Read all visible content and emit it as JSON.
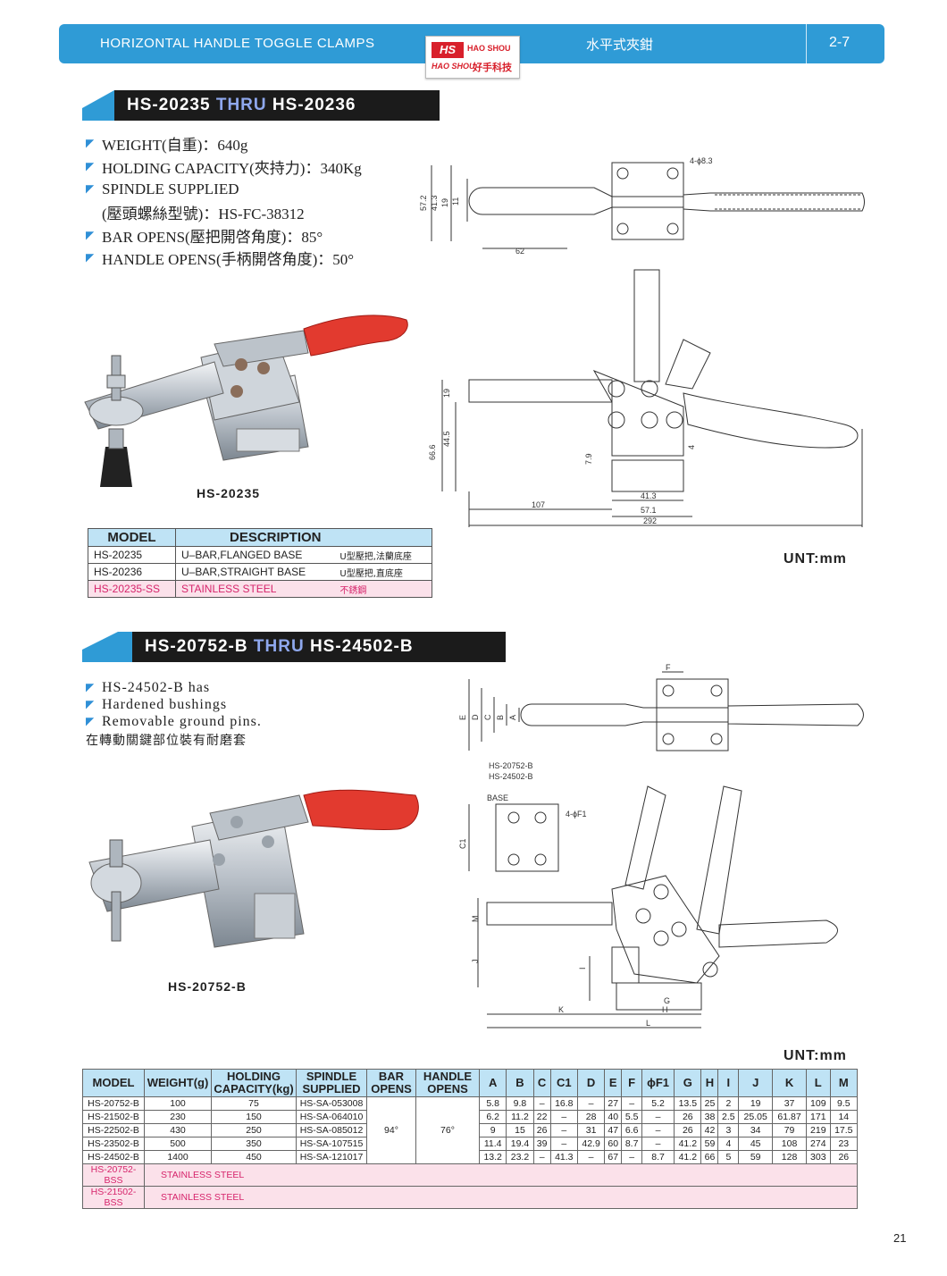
{
  "header": {
    "title_en": "HORIZONTAL HANDLE TOGGLE CLAMPS",
    "title_cn": "水平式夾鉗",
    "page_code": "2-7"
  },
  "logo": {
    "mark": "HS",
    "brand_en": "HAO SHOU",
    "brand_en2": "HAO SHOU",
    "brand_cn": "好手科技"
  },
  "section1": {
    "title_a": "HS-20235",
    "title_thru": "THRU",
    "title_b": "HS-20236",
    "specs": [
      "WEIGHT(自重)：640g",
      "HOLDING CAPACITY(夾持力)：340Kg",
      "SPINDLE SUPPLIED",
      "(壓頭螺絲型號)：HS-FC-38312",
      "BAR OPENS(壓把開啓角度)：85°",
      "HANDLE OPENS(手柄開啓角度)：50°"
    ],
    "photo_caption": "HS-20235",
    "unit": "UNT:mm",
    "dims_top": [
      "4-ϕ8.3",
      "57.2",
      "41.3",
      "19",
      "11",
      "62"
    ],
    "dims_side": [
      "19",
      "44.5",
      "66.6",
      "7.9",
      "4",
      "41.3",
      "57.1",
      "107",
      "292"
    ],
    "table": {
      "headers": [
        "MODEL",
        "DESCRIPTION"
      ],
      "rows": [
        {
          "model": "HS-20235",
          "desc": "U–BAR,FLANGED BASE",
          "cn": "U型壓把,法蘭底座"
        },
        {
          "model": "HS-20236",
          "desc": "U–BAR,STRAIGHT BASE",
          "cn": "U型壓把,直底座"
        },
        {
          "model": "HS-20235-SS",
          "desc": "STAINLESS STEEL",
          "cn": "不銹鋼"
        }
      ]
    }
  },
  "section2": {
    "title_a": "HS-20752-B",
    "title_thru": "THRU",
    "title_b": "HS-24502-B",
    "specs": [
      "HS-24502-B has",
      "Hardened bushings",
      "Removable ground pins.",
      "在轉動關鍵部位裝有耐磨套"
    ],
    "photo_caption": "HS-20752-B",
    "unit": "UNT:mm",
    "dims_top": [
      "F",
      "E",
      "D",
      "C",
      "B",
      "A"
    ],
    "base_labels": [
      "HS-20752-B",
      "HS-24502-B",
      "BASE",
      "4-ϕF1",
      "C1"
    ],
    "dims_side": [
      "M",
      "J",
      "I",
      "K",
      "G",
      "H",
      "L"
    ],
    "table": {
      "headers": [
        "MODEL",
        "WEIGHT(g)",
        "HOLDING CAPACITY(kg)",
        "SPINDLE SUPPLIED",
        "BAR OPENS",
        "HANDLE OPENS",
        "A",
        "B",
        "C",
        "C1",
        "D",
        "E",
        "F",
        "ϕF1",
        "G",
        "H",
        "I",
        "J",
        "K",
        "L",
        "M"
      ],
      "bar_opens": "94°",
      "handle_opens": "76°",
      "rows": [
        [
          "HS-20752-B",
          "100",
          "75",
          "HS-SA-053008",
          "5.8",
          "9.8",
          "–",
          "16.8",
          "–",
          "27",
          "–",
          "5.2",
          "13.5",
          "25",
          "2",
          "19",
          "37",
          "109",
          "9.5"
        ],
        [
          "HS-21502-B",
          "230",
          "150",
          "HS-SA-064010",
          "6.2",
          "11.2",
          "22",
          "–",
          "28",
          "40",
          "5.5",
          "–",
          "26",
          "38",
          "2.5",
          "25.05",
          "61.87",
          "171",
          "14"
        ],
        [
          "HS-22502-B",
          "430",
          "250",
          "HS-SA-085012",
          "9",
          "15",
          "26",
          "–",
          "31",
          "47",
          "6.6",
          "–",
          "26",
          "42",
          "3",
          "34",
          "79",
          "219",
          "17.5"
        ],
        [
          "HS-23502-B",
          "500",
          "350",
          "HS-SA-107515",
          "11.4",
          "19.4",
          "39",
          "–",
          "42.9",
          "60",
          "8.7",
          "–",
          "41.2",
          "59",
          "4",
          "45",
          "108",
          "274",
          "23"
        ],
        [
          "HS-24502-B",
          "1400",
          "450",
          "HS-SA-121017",
          "13.2",
          "23.2",
          "–",
          "41.3",
          "–",
          "67",
          "–",
          "8.7",
          "41.2",
          "66",
          "5",
          "59",
          "128",
          "303",
          "26"
        ]
      ],
      "ss_rows": [
        {
          "model": "HS-20752-BSS",
          "desc": "STAINLESS STEEL"
        },
        {
          "model": "HS-21502-BSS",
          "desc": "STAINLESS STEEL"
        }
      ]
    }
  },
  "page_number": "21",
  "colors": {
    "header_blue": "#2f9bd6",
    "accent_red": "#d8202b",
    "table_head": "#bfe3f5",
    "pink_row": "#fbe1ea"
  }
}
